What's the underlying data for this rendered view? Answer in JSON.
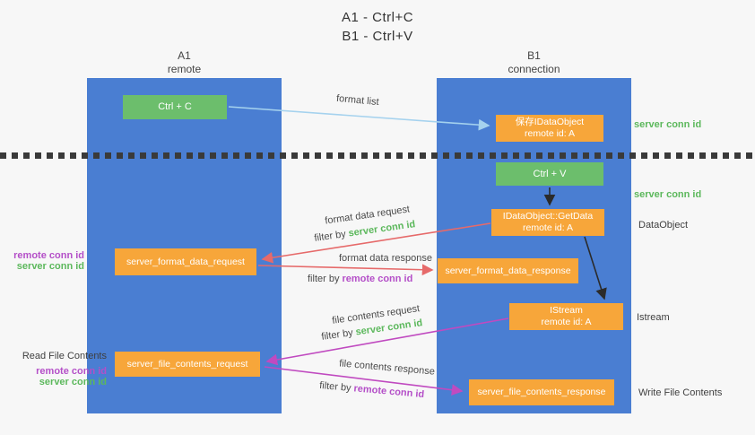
{
  "title": {
    "line1": "A1 - Ctrl+C",
    "line2": "B1 - Ctrl+V"
  },
  "columns": [
    {
      "name": "A1",
      "subtitle": "remote"
    },
    {
      "name": "B1",
      "subtitle": "connection"
    }
  ],
  "nodes": {
    "ctrl_c": {
      "label": "Ctrl + C"
    },
    "save_idataobject": {
      "line1": "保存IDataObject",
      "line2": "remote id: A"
    },
    "ctrl_v": {
      "label": "Ctrl + V"
    },
    "getdata": {
      "line1": "IDataObject::GetData",
      "line2": "remote id: A"
    },
    "server_format_data_request": {
      "label": "server_format_data_request"
    },
    "server_format_data_response": {
      "label": "server_format_data_response"
    },
    "istream": {
      "line1": "IStream",
      "line2": "remote id: A"
    },
    "server_file_contents_request": {
      "label": "server_file_contents_request"
    },
    "server_file_contents_response": {
      "label": "server_file_contents_response"
    }
  },
  "edge_labels": {
    "format_list": "format list",
    "format_data_request": "format data request",
    "format_data_response": "format data response",
    "file_contents_request": "file contents request",
    "file_contents_response": "file contents response",
    "filter_by": "filter by",
    "server_conn_id": "server conn id",
    "remote_conn_id": "remote conn id"
  },
  "side_labels": {
    "server_conn_id": "server conn id",
    "remote_conn_id": "remote conn id",
    "dataobject": "DataObject",
    "istream": "Istream",
    "read_file_contents": "Read File Contents",
    "write_file_contents": "Write File Contents"
  },
  "colors": {
    "lifeline_blue": "#4a7ed2",
    "node_green": "#6cbe6c",
    "node_orange": "#f7a63a",
    "arrow_light_blue": "#a5d2ee",
    "arrow_red": "#e66a6a",
    "arrow_magenta": "#c04ac0",
    "arrow_black": "#2b2b2b",
    "text_green": "#5cb85c",
    "text_purple": "#b44fc8",
    "background": "#f7f7f7"
  }
}
